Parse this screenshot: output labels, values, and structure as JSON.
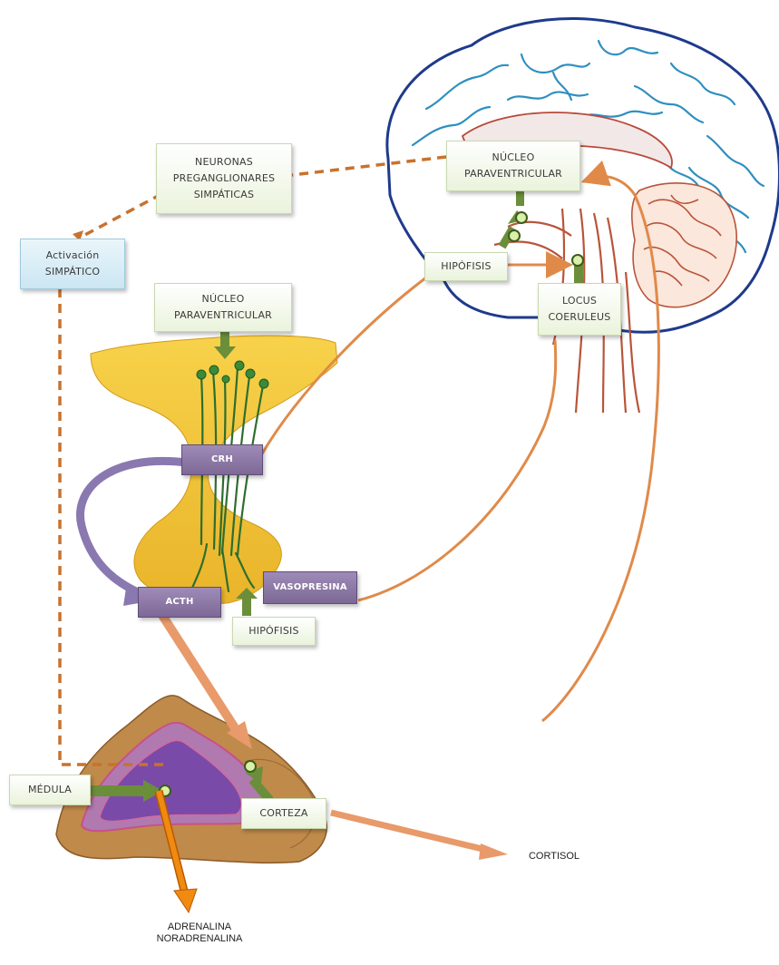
{
  "labels": {
    "neuronas": [
      "NEURONAS",
      "PREGANGLIONARES",
      "SIMPÁTICAS"
    ],
    "activacion": [
      "Activación",
      "SIMPÁTICO"
    ],
    "nucleo_top": [
      "NÚCLEO",
      "PARAVENTRICULAR"
    ],
    "nucleo_mid": [
      "NÚCLEO",
      "PARAVENTRICULAR"
    ],
    "hipofisis_top": "HIPÓFISIS",
    "locus": [
      "LOCUS",
      "COERULEUS"
    ],
    "crh": "CRH",
    "acth": "ACTH",
    "vasopresina": "VASOPRESINA",
    "hipofisis_bottom": "HIPÓFISIS",
    "medula": "MÉDULA",
    "corteza": "CORTEZA",
    "cortisol": "CORTISOL",
    "adrenalina": "ADRENALINA",
    "noradrenalina": "NORADRENALINA"
  },
  "colors": {
    "brain_outline": "#1e3a8c",
    "brain_sulci": "#2f8fc0",
    "cerebellum": "#b8553a",
    "pituitary_fill": "#f2c23a",
    "pathway_orange": "#e08a4a",
    "dashed_brown": "#c8722e",
    "green_arrow": "#6b8e3a",
    "purple_box": "#7d6896",
    "output_arrow": "#f08a10"
  }
}
